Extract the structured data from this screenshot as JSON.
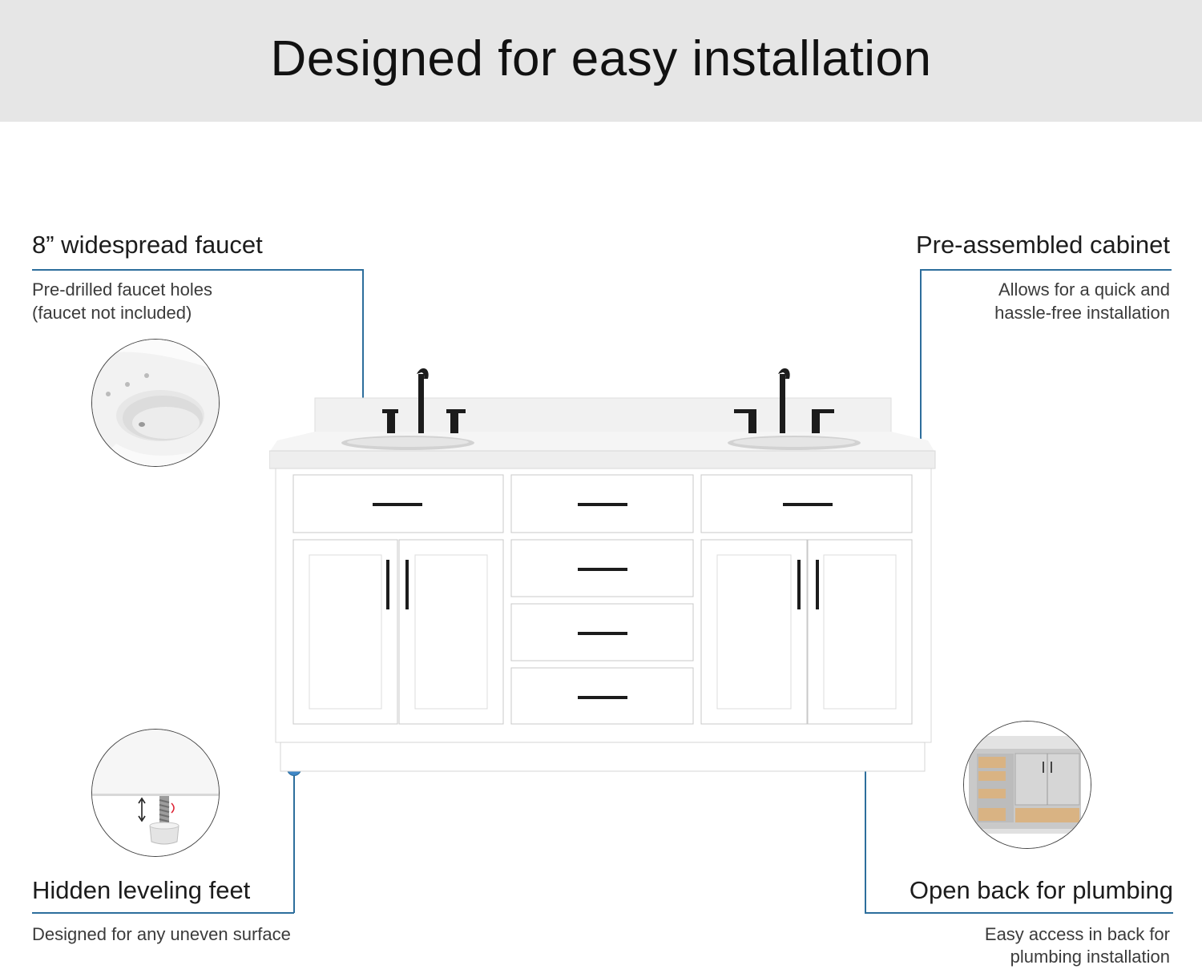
{
  "banner": {
    "title": "Designed for easy installation"
  },
  "features": {
    "faucet": {
      "title": "8” widespread faucet",
      "desc_line1": "Pre-drilled faucet holes",
      "desc_line2": "(faucet not included)"
    },
    "cabinet": {
      "title": "Pre-assembled cabinet",
      "desc_line1": "Allows for  a quick and",
      "desc_line2": "hassle-free installation"
    },
    "feet": {
      "title": "Hidden leveling feet",
      "desc_line1": "Designed for any uneven surface"
    },
    "plumbing": {
      "title": "Open back for plumbing",
      "desc_line1": "Easy access in back for",
      "desc_line2": "plumbing installation"
    }
  },
  "colors": {
    "accent": "#3e86c6",
    "callout_line": "#2d6e9c",
    "banner_bg": "#e6e6e6",
    "hardware": "#1a1a1a"
  }
}
